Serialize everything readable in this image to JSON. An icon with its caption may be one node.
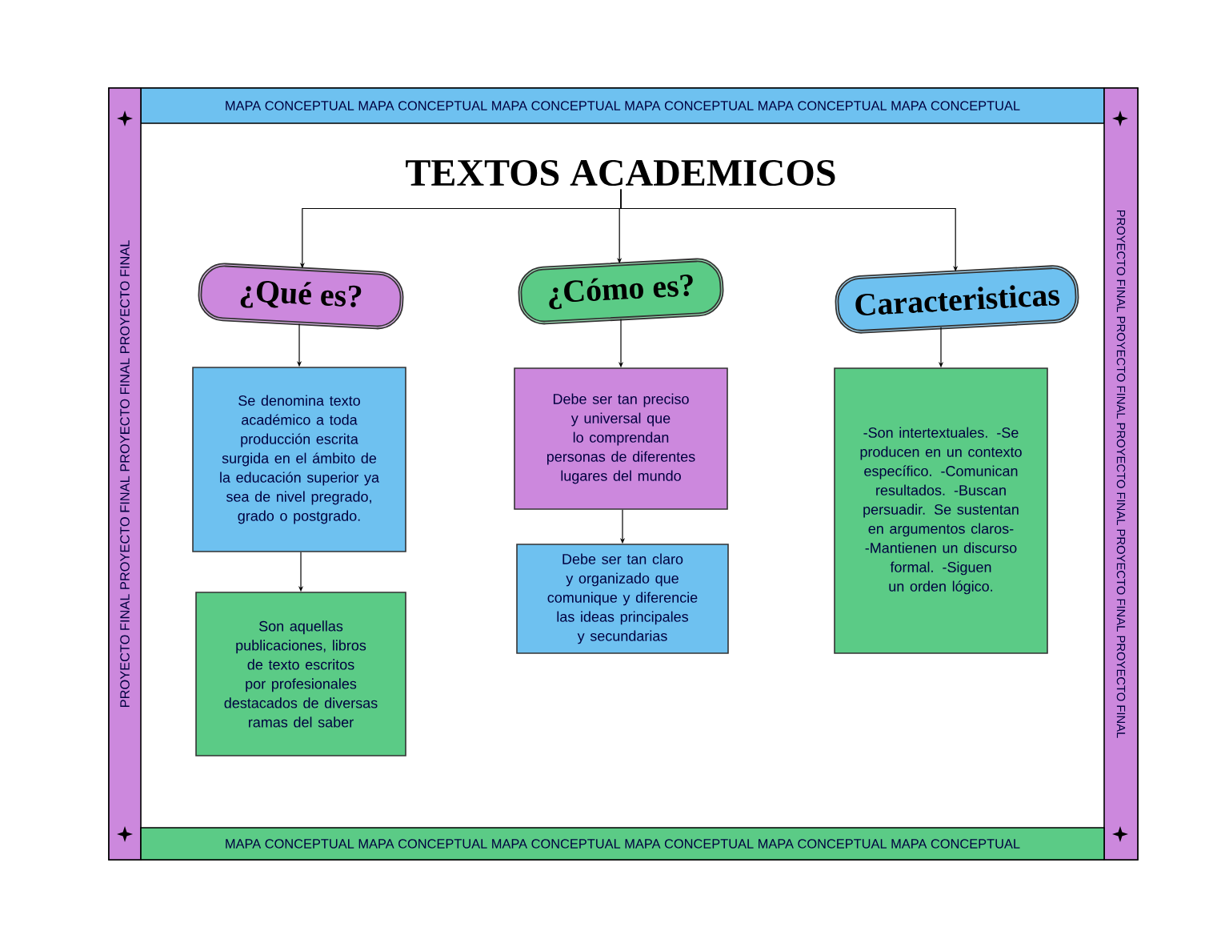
{
  "diagram": {
    "nodes": [
      {
        "text": [
          "TEXTOS ACADEMICOS"
        ]
      },
      {
        "text": [
          "¿Qué es?"
        ]
      },
      {
        "text": [
          "¿Cómo es?"
        ]
      },
      {
        "text": [
          "Caracteristicas"
        ]
      },
      {
        "text": [
          "Se denomina texto académico a toda producción escrita surgida en el ámbito de la educación superior ya sea de nivel pregrado, grado o postgrado."
        ]
      },
      {
        "text": [
          "Son aquellas publicaciones, libros de texto escritos por profesionales destacados de diversas ramas del saber"
        ]
      },
      {
        "text": [
          "Debe ser tan preciso y universal que lo comprendan personas de diferentes lugares del mundo"
        ]
      },
      {
        "text": [
          "Debe ser tan claro y organizado que comunique y diferencie las ideas principales y secundarias"
        ]
      },
      {
        "text": [
          "-Son intertextuales. -Se producen en un contexto específico. -Comunican resultados. -Buscan persuadir. Se sustentan en argumentos claros- -Mantienen un discurso formal. -Siguen un orden lógico."
        ]
      }
    ],
    "edges": [
      {
        "from": 0,
        "to": 1,
        "arrow": "to"
      },
      {
        "from": 0,
        "to": 2,
        "arrow": "to"
      },
      {
        "from": 0,
        "to": 3,
        "arrow": "to"
      },
      {
        "from": 1,
        "to": 4,
        "arrow": "to"
      },
      {
        "from": 4,
        "to": 5,
        "arrow": "to"
      },
      {
        "from": 2,
        "to": 6,
        "arrow": "to"
      },
      {
        "from": 6,
        "to": 7,
        "arrow": "to"
      },
      {
        "from": 3,
        "to": 8,
        "arrow": "to"
      }
    ],
    "labels": [
      "MAPA CONCEPTUAL MAPA CONCEPTUAL MAPA CONCEPTUAL MAPA CONCEPTUAL MAPA CONCEPTUAL MAPA CONCEPTUAL",
      "PROYECTO FINAL PROYECTO FINAL PROYECTO FINAL PROYECTO FINAL",
      "PROYECTO FINAL PROYECTO FINAL PROYECTO FINAL PROYECTO FINAL PROYECTO FINAL",
      "MAPA CONCEPTUAL MAPA CONCEPTUAL MAPA CONCEPTUAL MAPA CONCEPTUAL MAPA CONCEPTUAL MAPA CONCEPTUAL"
    ]
  }
}
